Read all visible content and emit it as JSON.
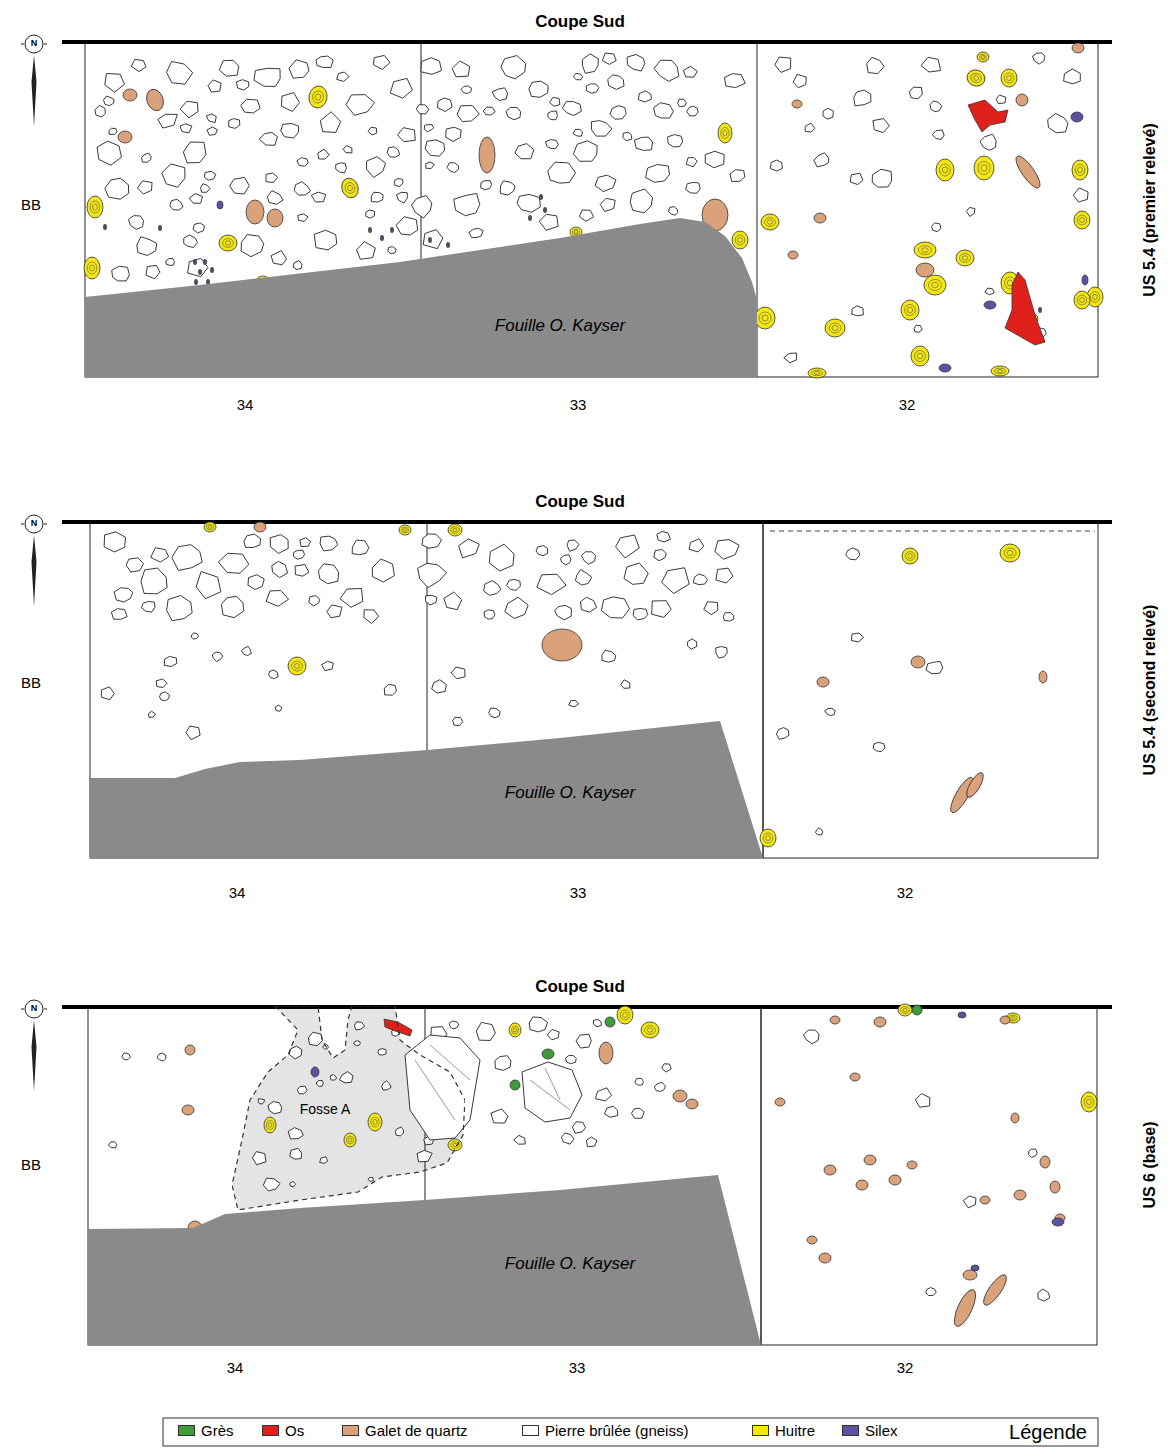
{
  "diagram": {
    "nodes": [
      {
        "text": [
          "Fouille O. Kayser"
        ]
      },
      {
        "text": [
          "Fouille O. Kayser"
        ]
      },
      {
        "text": [
          "Fosse A"
        ]
      },
      {
        "text": [
          "Fouille O. Kayser"
        ]
      }
    ],
    "labels": [
      "Coupe Sud",
      "N",
      "BB",
      "34",
      "33",
      "32",
      "US 5.4 (premier relevé)",
      "Coupe Sud",
      "N",
      "BB",
      "34",
      "33",
      "32",
      "US 5.4 (second relevé)",
      "Coupe Sud",
      "N",
      "BB",
      "34",
      "33",
      "32",
      "US 6 (base)",
      "Légende"
    ],
    "legend": [
      {
        "text": "Grès",
        "color": "#3f9a3a"
      },
      {
        "text": "Os",
        "color": "#e0201b"
      },
      {
        "text": "Galet de quartz",
        "color": "#d9a27a"
      },
      {
        "text": "Pierre brûlée (gneiss)",
        "color": "#ffffff"
      },
      {
        "text": "Huitre",
        "color": "#f3e70f"
      },
      {
        "text": "Silex",
        "color": "#5b52a0"
      }
    ]
  }
}
